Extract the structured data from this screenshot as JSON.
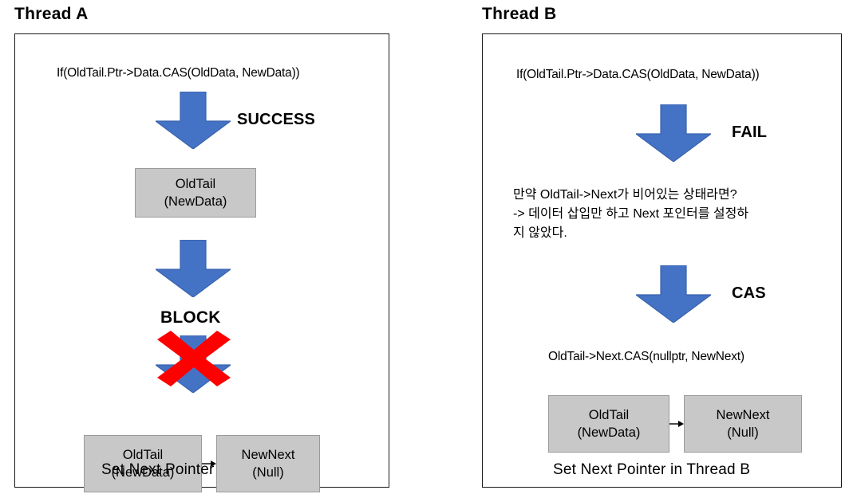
{
  "panels": [
    {
      "id": "thread-a",
      "title": "Thread A",
      "code_line": "If(OldTail.Ptr->Data.CAS(OldData, NewData))",
      "badge_success": "SUCCESS",
      "badge_block": "BLOCK",
      "node_mid": {
        "line1": "OldTail",
        "line2": "(NewData)"
      },
      "node_left": {
        "line1": "OldTail",
        "line2": "(NewData)"
      },
      "node_right": {
        "line1": "NewNext",
        "line2": "(Null)"
      },
      "caption": "Set Next Pointer"
    },
    {
      "id": "thread-b",
      "title": "Thread B",
      "code_line": "If(OldTail.Ptr->Data.CAS(OldData, NewData))",
      "badge_fail": "FAIL",
      "badge_cas": "CAS",
      "note_line1": "만약 OldTail->Next가 비어있는 상태라면?",
      "note_line2": " -> 데이터 삽입만 하고 Next 포인터를 설정하",
      "note_line3": "지 않았다.",
      "cas_line": "OldTail->Next.CAS(nullptr, NewNext)",
      "node_left": {
        "line1": "OldTail",
        "line2": "(NewData)"
      },
      "node_right": {
        "line1": "NewNext",
        "line2": "(Null)"
      },
      "caption": "Set Next Pointer in Thread B"
    }
  ],
  "icons": {
    "down_arrow": "down-block-arrow",
    "red_x": "red-cross-block",
    "pointer": "right-pointer-arrow"
  },
  "colors": {
    "arrow_blue": "#4472C4",
    "arrow_blue_edge": "#3A63AD",
    "red": "#FF0000",
    "node_gray": "#C8C8C8",
    "node_border": "#9A9A9A",
    "panel_border": "#1A1A1A"
  }
}
